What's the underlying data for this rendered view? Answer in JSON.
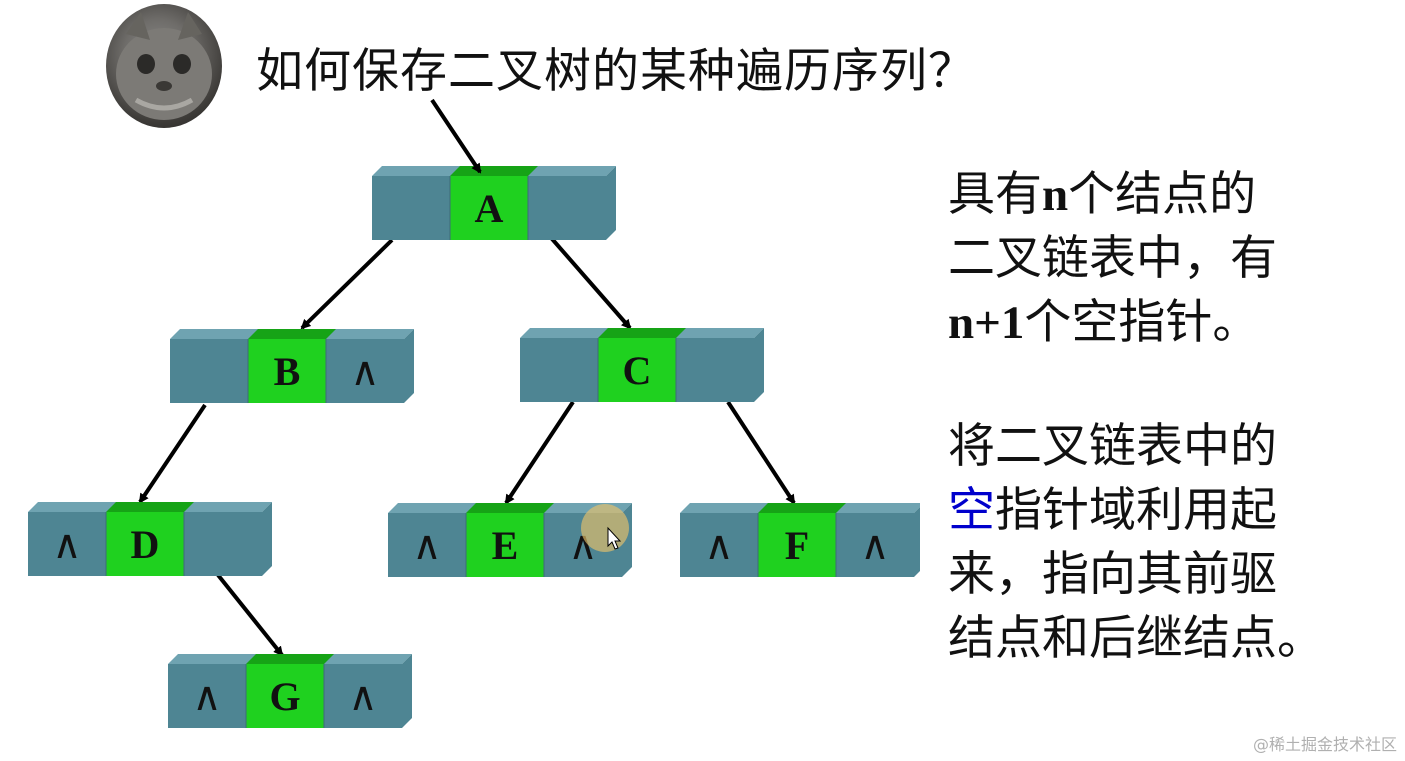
{
  "title": "如何保存二叉树的某种遍历序列？",
  "nodes": [
    {
      "id": "A",
      "label": "A",
      "left_null": "",
      "right_null": ""
    },
    {
      "id": "B",
      "label": "B",
      "left_null": "",
      "right_null": "∧"
    },
    {
      "id": "C",
      "label": "C",
      "left_null": "",
      "right_null": ""
    },
    {
      "id": "D",
      "label": "D",
      "left_null": "∧",
      "right_null": ""
    },
    {
      "id": "E",
      "label": "E",
      "left_null": "∧",
      "right_null": "∧"
    },
    {
      "id": "F",
      "label": "F",
      "left_null": "∧",
      "right_null": "∧"
    },
    {
      "id": "G",
      "label": "G",
      "left_null": "∧",
      "right_null": "∧"
    }
  ],
  "edges": [
    [
      "A",
      "B"
    ],
    [
      "A",
      "C"
    ],
    [
      "B",
      "D"
    ],
    [
      "C",
      "E"
    ],
    [
      "C",
      "F"
    ],
    [
      "D",
      "G"
    ]
  ],
  "side_text_1": {
    "line1_pre": "具有",
    "line1_n": "n",
    "line1_post": "个结点的",
    "line2": "二叉链表中，有",
    "line3_n1": "n+1",
    "line3_post": "个空指针。"
  },
  "side_text_2": {
    "line1": "将二叉链表中的",
    "line2_blue": "空",
    "line2_rest": "指针域利用起",
    "line3": "来，指向其前驱",
    "line4": "结点和后继结点。"
  },
  "watermark": "@稀土掘金技术社区",
  "colors": {
    "node_side": "#4e8593",
    "node_top": "#6fa3b1",
    "node_green": "#1fd11f",
    "node_green_dark": "#16a316",
    "blue_text": "#0000cc",
    "cursor_highlight": "#e8c16a"
  }
}
